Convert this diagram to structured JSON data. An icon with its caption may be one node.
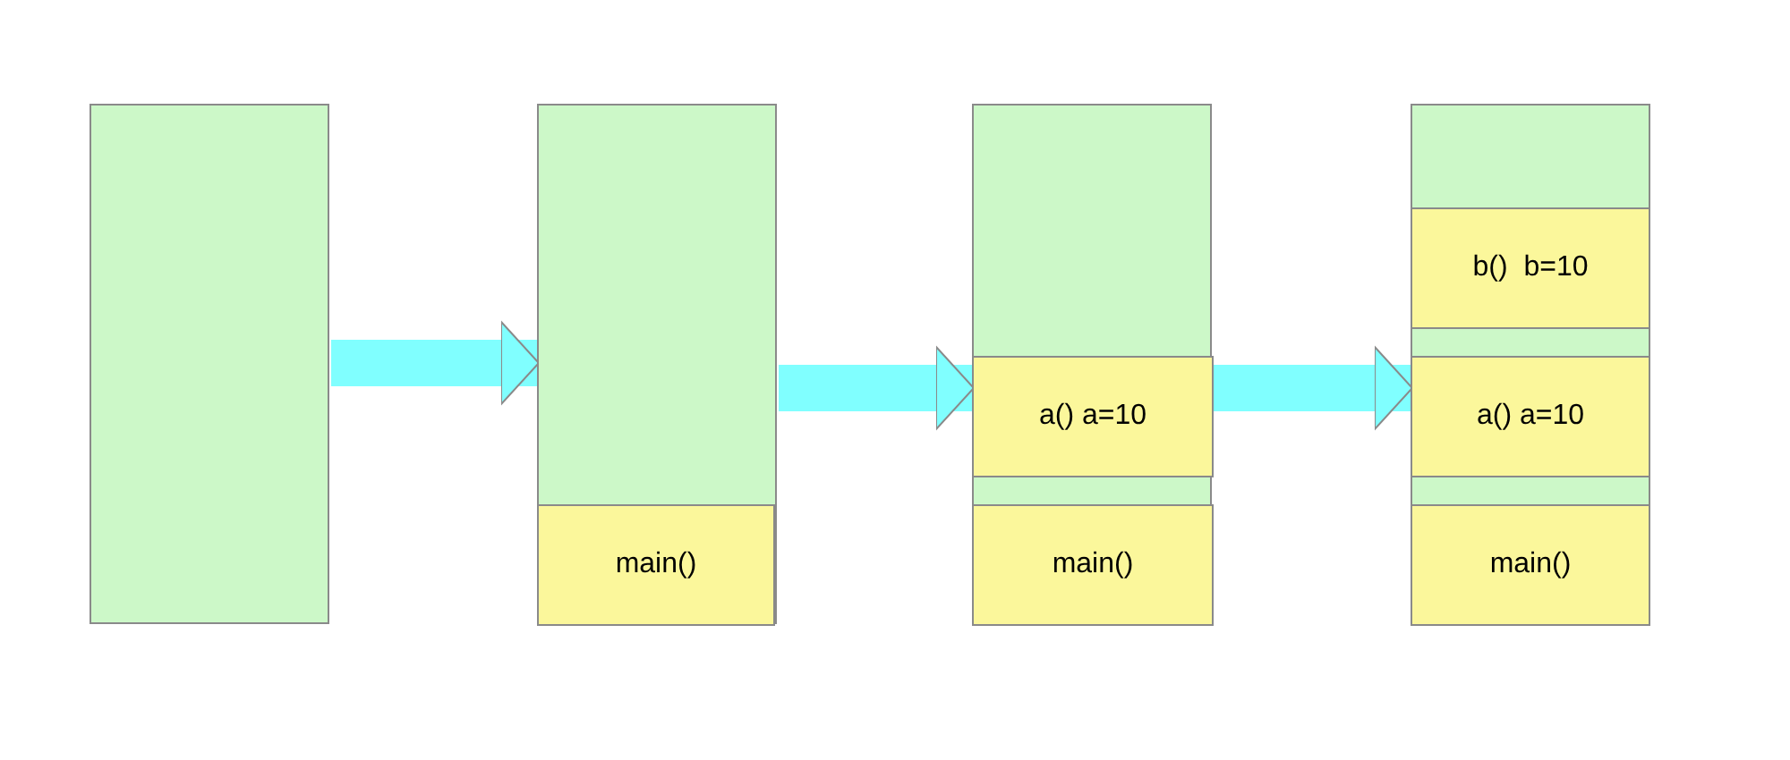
{
  "diagram": {
    "nodes": [
      {
        "text": [],
        "shape": "box"
      },
      {
        "text": [],
        "shape": "box"
      },
      {
        "text": [
          "main()"
        ],
        "in": 1
      },
      {
        "text": [],
        "shape": "box"
      },
      {
        "text": [
          "a() a=10"
        ],
        "in": 3
      },
      {
        "text": [
          "main()"
        ],
        "in": 3
      },
      {
        "text": [],
        "shape": "box"
      },
      {
        "text": [
          "b()  b=10"
        ],
        "in": 6
      },
      {
        "text": [
          "a() a=10"
        ],
        "in": 6
      },
      {
        "text": [
          "main()"
        ],
        "in": 6
      }
    ],
    "edges": [
      {
        "from": 0,
        "to": 1,
        "arrow": "to"
      },
      {
        "from": 1,
        "to": 3,
        "arrow": "to"
      },
      {
        "from": 3,
        "to": 6,
        "arrow": "to"
      }
    ]
  }
}
